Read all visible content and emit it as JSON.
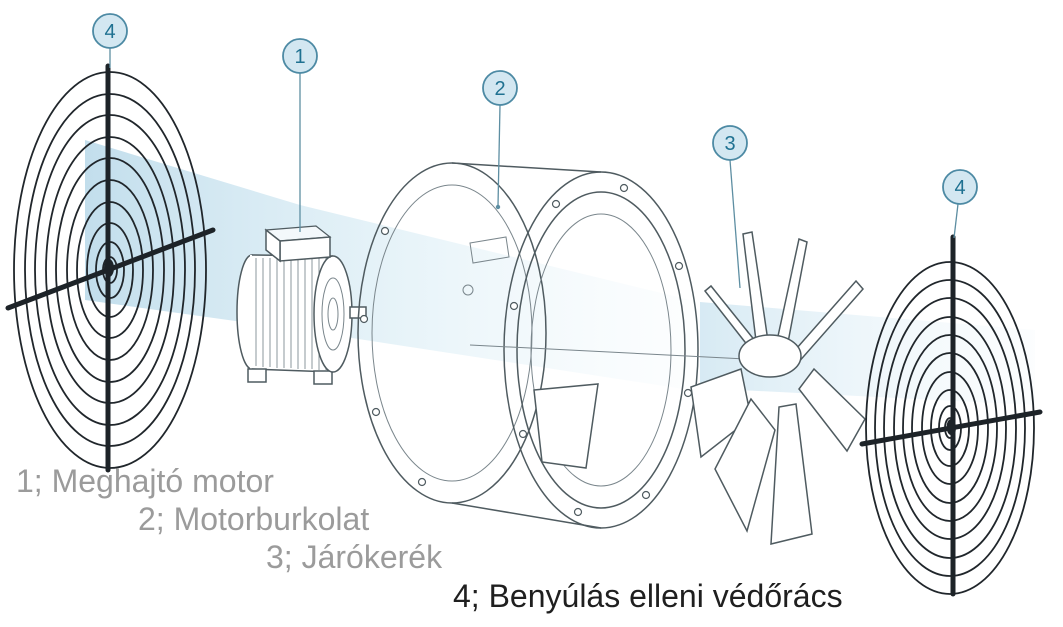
{
  "callouts": [
    {
      "label": "4"
    },
    {
      "label": "1"
    },
    {
      "label": "2"
    },
    {
      "label": "3"
    },
    {
      "label": "4"
    }
  ],
  "legend": {
    "items": [
      {
        "text": "1; Meghajtó motor"
      },
      {
        "text": "2; Motorburkolat"
      },
      {
        "text": "3; Járókerék"
      },
      {
        "text": "4; Benyúlás elleni védőrács"
      }
    ]
  },
  "colors": {
    "callout_fill": "#d3e7f1",
    "callout_stroke": "#4d8aa4",
    "callout_text": "#1f7191",
    "outline": "#4f5b60",
    "grille": "#20262b",
    "legend_gray": "#9b9b9b",
    "legend_dark": "#1f1f1f",
    "airflow_start": "#aed3e6",
    "airflow_end": "#e8f4fa"
  }
}
